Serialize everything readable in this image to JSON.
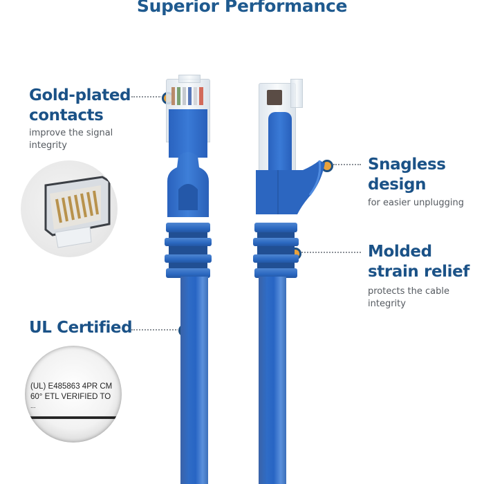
{
  "title": "Superior Performance",
  "features": [
    {
      "heading_line1": "Gold-plated",
      "heading_line2": "contacts",
      "sub_line1": "improve the signal",
      "sub_line2": "integrity"
    },
    {
      "heading_line1": "Snagless",
      "heading_line2": "design",
      "sub_line1": "for easier unplugging"
    },
    {
      "heading_line1": "Molded",
      "heading_line2": "strain relief",
      "sub_line1": "protects the cable",
      "sub_line2": "integrity"
    },
    {
      "heading_line1": "UL Certified"
    }
  ],
  "ul_print": {
    "line1": "(UL) E485863 4PR CM",
    "line2": "60°  ETL VERIFIED TO",
    "line3": "..."
  },
  "colors": {
    "heading": "#1b5287",
    "cable_blue": "#2b67c2",
    "marker_fill": "#e9a23b",
    "marker_ring": "#1d4f80"
  }
}
